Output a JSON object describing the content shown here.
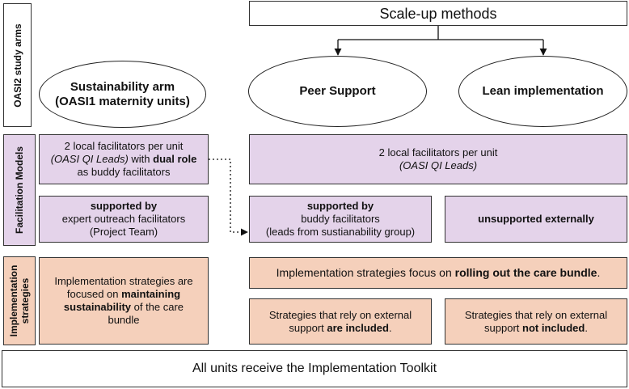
{
  "side_labels": {
    "study_arms": "OASI2 study arms",
    "facilitation_models": "Facilitation Models",
    "implementation_strategies_line1": "Implementation",
    "implementation_strategies_line2": "strategies"
  },
  "scale_up": {
    "title": "Scale-up methods"
  },
  "arms": {
    "sustainability_line1": "Sustainability arm",
    "sustainability_line2": "(OASI1 maternity units)",
    "peer_support": "Peer Support",
    "lean": "Lean implementation"
  },
  "facilitation": {
    "sust_line1": "2 local facilitators per unit",
    "sust_italic": "(OASI QI Leads)",
    "sust_mid": " with ",
    "sust_bold": "dual role",
    "sust_line3": "as buddy facilitators",
    "scale_line1": "2 local facilitators per unit",
    "scale_italic": "(OASI QI Leads)",
    "sust_support_bold": "supported by",
    "sust_support_line2": "expert outreach facilitators",
    "sust_support_line3": "(Project Team)",
    "peer_support_bold": "supported by",
    "peer_support_line2": "buddy facilitators",
    "peer_support_line3": "(leads from sustianability group)",
    "lean_support": "unsupported externally"
  },
  "strategies": {
    "sust_line1": "Implementation strategies are",
    "sust_line2_pre": "focused on ",
    "sust_bold1": "maintaining",
    "sust_bold2": "sustainability",
    "sust_line3_post": " of the care",
    "sust_line4": "bundle",
    "scale_pre": "Implementation strategies focus on ",
    "scale_bold": "rolling out the care bundle",
    "scale_post": ".",
    "peer_line1": "Strategies that rely on external",
    "peer_line2_pre": "support ",
    "peer_bold": "are included",
    "peer_post": ".",
    "lean_line1": "Strategies that rely on external",
    "lean_line2_pre": "support ",
    "lean_bold": "not included",
    "lean_post": "."
  },
  "footer": {
    "text": "All units receive the Implementation Toolkit"
  },
  "colors": {
    "facilitation_fill": "#e4d3ea",
    "strategy_fill": "#f5d0bb",
    "border": "#333333"
  }
}
